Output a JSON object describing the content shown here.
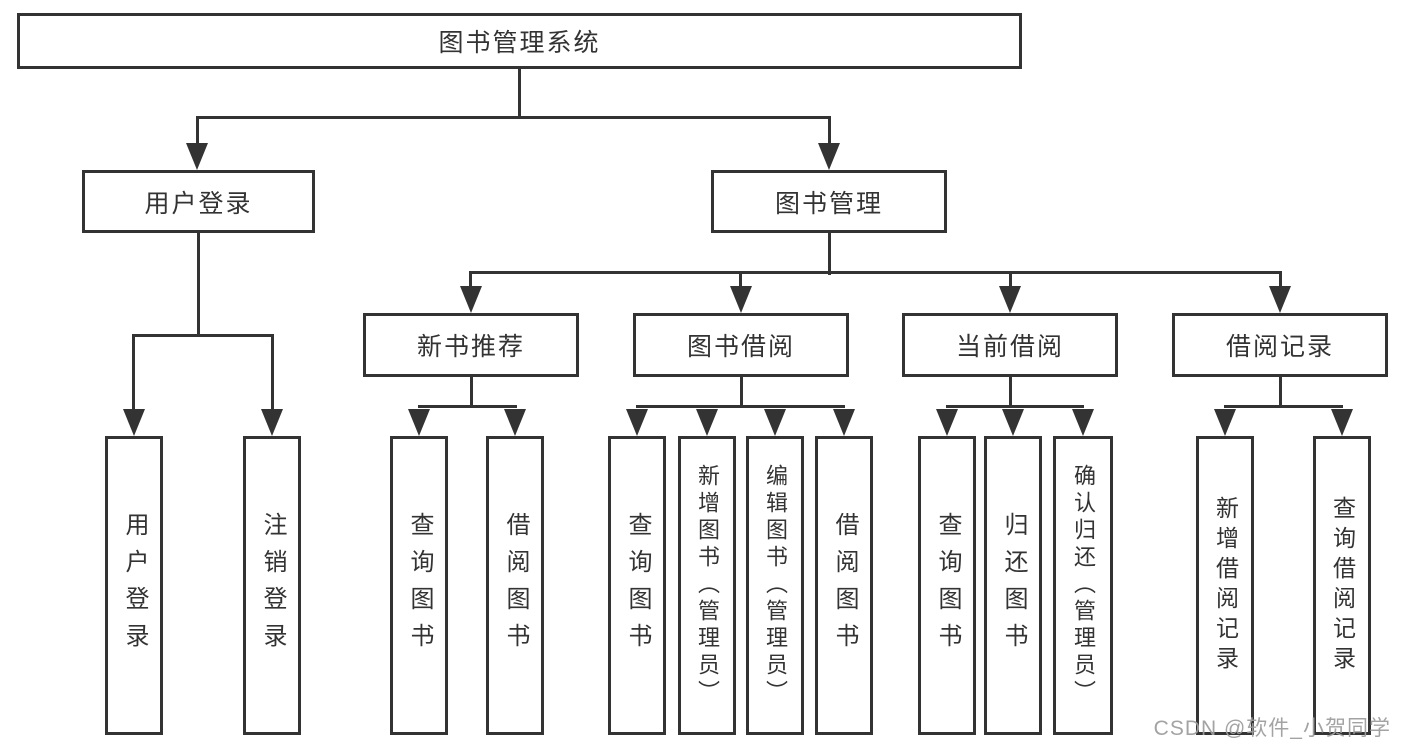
{
  "tree": {
    "root": {
      "label": "图书管理系统"
    },
    "branches": [
      {
        "label": "用户登录",
        "children": [
          {
            "label": "用户登录"
          },
          {
            "label": "注销登录"
          }
        ]
      },
      {
        "label": "图书管理",
        "children": [
          {
            "label": "新书推荐",
            "children": [
              {
                "label": "查询图书"
              },
              {
                "label": "借阅图书"
              }
            ]
          },
          {
            "label": "图书借阅",
            "children": [
              {
                "label": "查询图书"
              },
              {
                "label": "新增图书（管理员）"
              },
              {
                "label": "编辑图书（管理员）"
              },
              {
                "label": "借阅图书"
              }
            ]
          },
          {
            "label": "当前借阅",
            "children": [
              {
                "label": "查询图书"
              },
              {
                "label": "归还图书"
              },
              {
                "label": "确认归还（管理员）"
              }
            ]
          },
          {
            "label": "借阅记录",
            "children": [
              {
                "label": "新增借阅记录"
              },
              {
                "label": "查询借阅记录"
              }
            ]
          }
        ]
      }
    ]
  },
  "watermark": {
    "text": "CSDN @软件_小贺同学"
  },
  "colors": {
    "line": "#333333",
    "text": "#333333",
    "background": "#ffffff",
    "watermark": "#9e9e9e"
  }
}
